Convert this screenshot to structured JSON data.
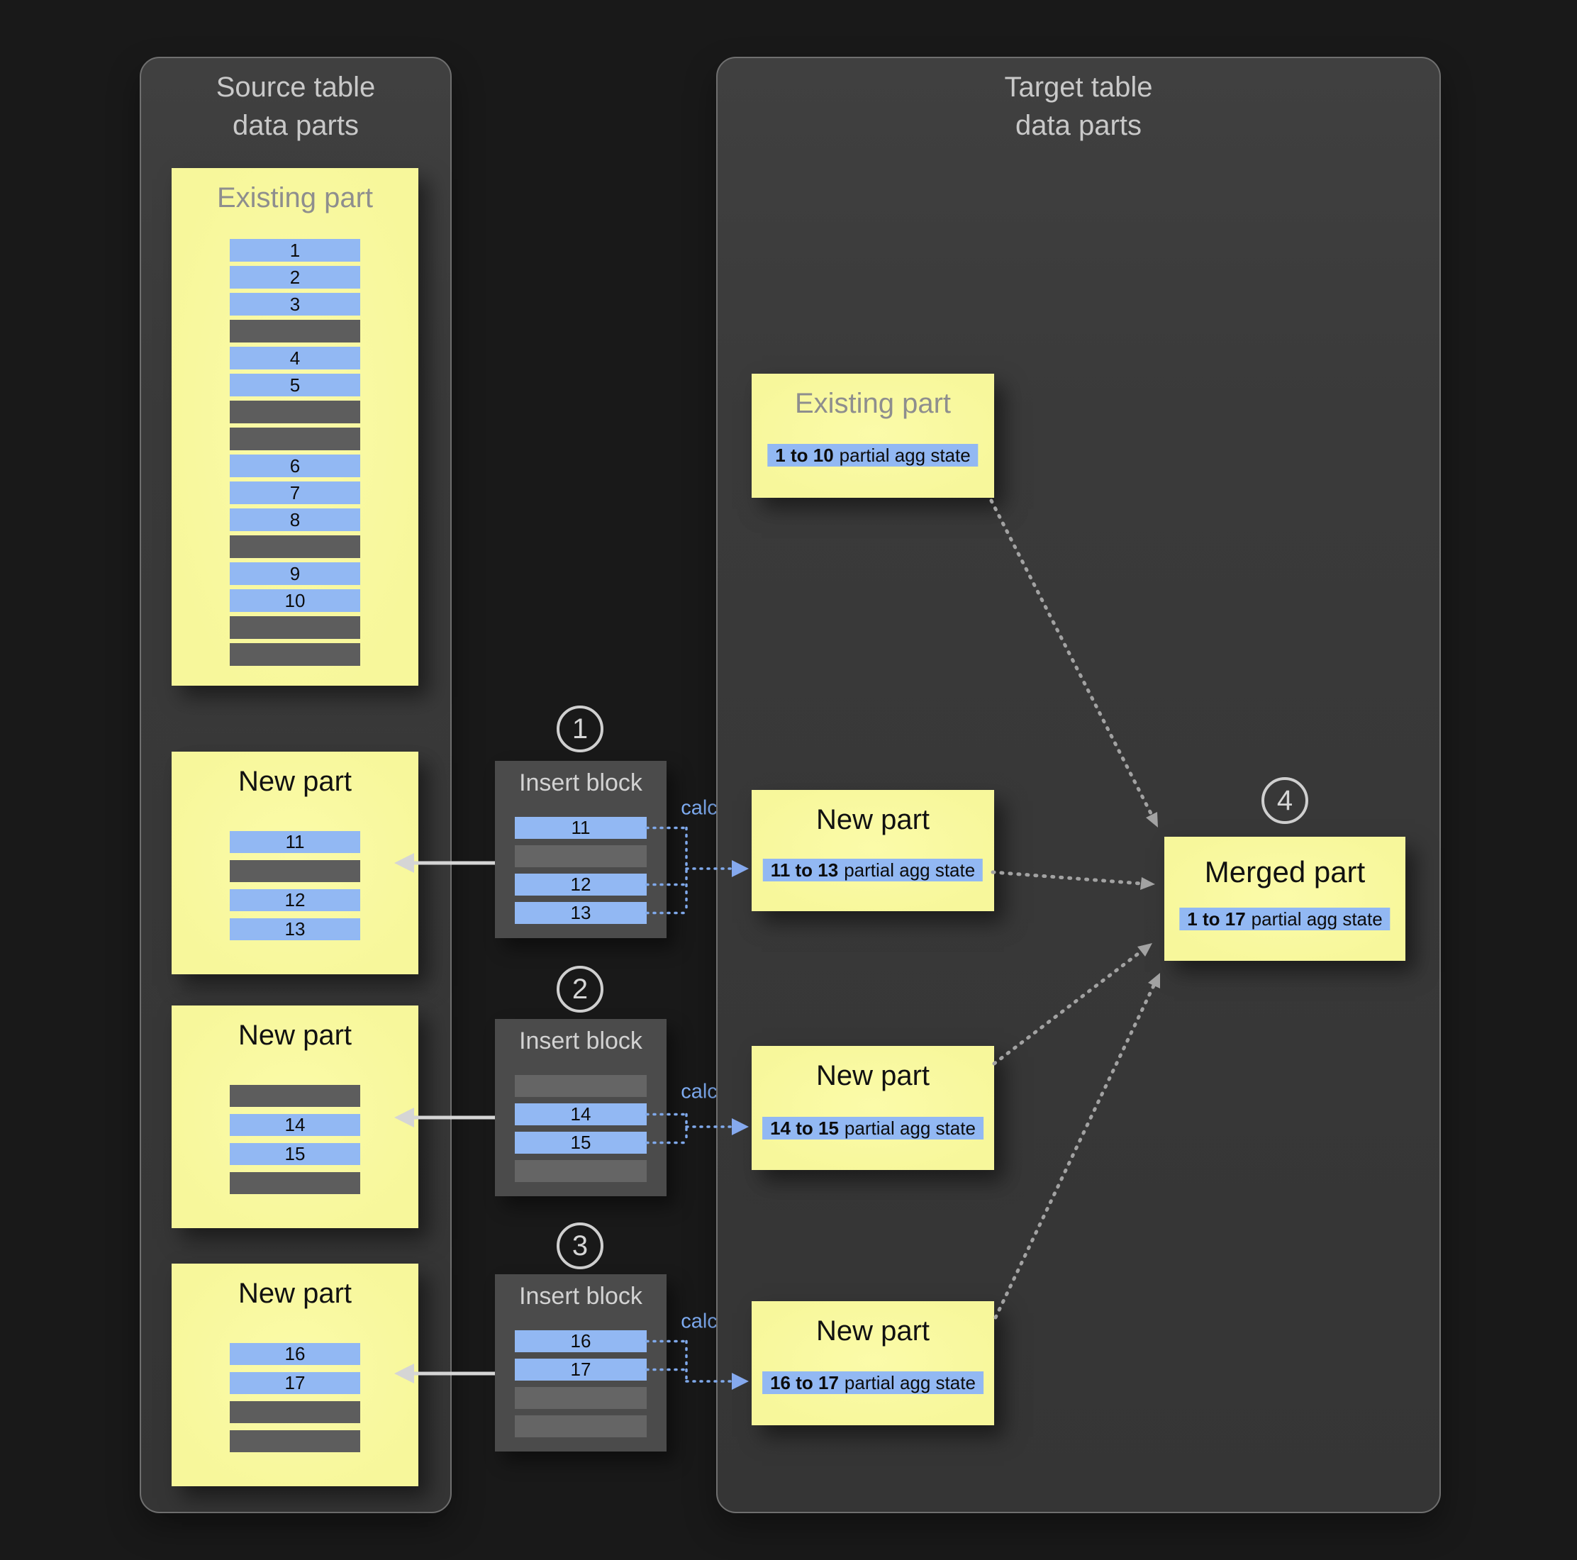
{
  "source_panel": {
    "title": [
      "Source table",
      "data parts"
    ],
    "existing_part": {
      "title": "Existing part",
      "rows": [
        "1",
        "2",
        "3",
        "",
        "4",
        "5",
        "",
        "",
        "6",
        "7",
        "8",
        "",
        "9",
        "10",
        "",
        ""
      ]
    },
    "new_parts": [
      {
        "title": "New part",
        "rows": [
          "11",
          "",
          "12",
          "13"
        ]
      },
      {
        "title": "New part",
        "rows": [
          "",
          "14",
          "15",
          ""
        ]
      },
      {
        "title": "New part",
        "rows": [
          "16",
          "17",
          "",
          ""
        ]
      }
    ]
  },
  "insert_blocks": [
    {
      "step": "1",
      "title": "Insert block",
      "calc_label": "calc",
      "rows": [
        "11",
        "",
        "12",
        "13"
      ]
    },
    {
      "step": "2",
      "title": "Insert block",
      "calc_label": "calc",
      "rows": [
        "",
        "14",
        "15",
        ""
      ]
    },
    {
      "step": "3",
      "title": "Insert block",
      "calc_label": "calc",
      "rows": [
        "16",
        "17",
        "",
        ""
      ]
    }
  ],
  "target_panel": {
    "title": [
      "Target table",
      "data parts"
    ],
    "existing_part": {
      "title": "Existing part",
      "agg_range": "1 to 10",
      "agg_text": "partial agg state"
    },
    "new_parts": [
      {
        "title": "New part",
        "agg_range": "11 to 13",
        "agg_text": "partial agg state"
      },
      {
        "title": "New part",
        "agg_range": "14 to 15",
        "agg_text": "partial agg state"
      },
      {
        "title": "New part",
        "agg_range": "16 to 17",
        "agg_text": "partial agg state"
      }
    ],
    "merged_part": {
      "step": "4",
      "title": "Merged part",
      "agg_range": "1 to 17",
      "agg_text": "partial agg state"
    }
  },
  "colors": {
    "yellow_part": "#f7f79b",
    "blue_row": "#92b8f3",
    "empty_row": "#5d5d5d",
    "calc_accent": "#7fadf3",
    "panel_bg": "#3a3a3a"
  }
}
